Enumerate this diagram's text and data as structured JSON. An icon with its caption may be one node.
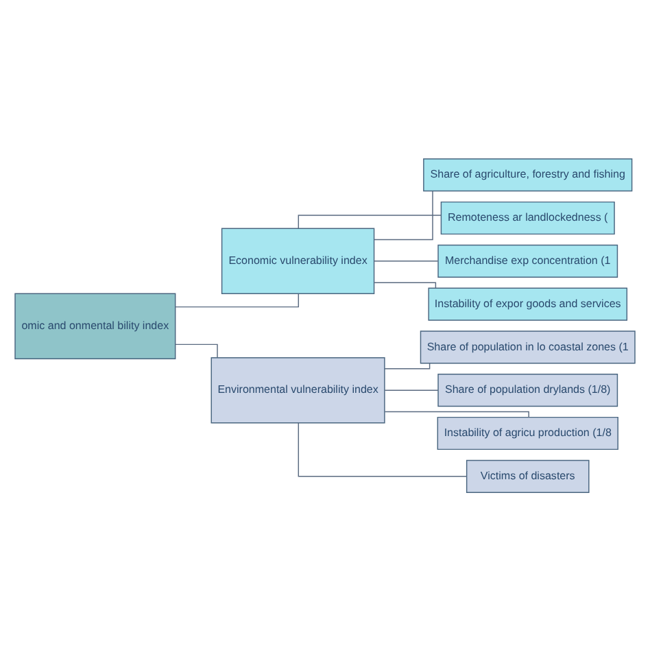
{
  "diagram": {
    "nodes": [
      {
        "text": [
          "omic and onmental bility index"
        ]
      },
      {
        "text": [
          "Economic vulnerability index"
        ]
      },
      {
        "text": [
          "Environmental vulnerability index"
        ]
      },
      {
        "text": [
          "Share of agriculture, forestry and fishing"
        ]
      },
      {
        "text": [
          "Remoteness ar landlockedness ("
        ]
      },
      {
        "text": [
          "Merchandise exp concentration (1"
        ]
      },
      {
        "text": [
          "Instability of expor goods and services"
        ]
      },
      {
        "text": [
          "Share of population in lo coastal zones (1"
        ]
      },
      {
        "text": [
          "Share of population drylands (1/8)"
        ]
      },
      {
        "text": [
          "Instability of agricu production (1/8"
        ]
      },
      {
        "text": [
          "Victims of disasters"
        ]
      }
    ],
    "edges": [
      {
        "from": 0,
        "to": 1,
        "arrow": "none"
      },
      {
        "from": 0,
        "to": 2,
        "arrow": "none"
      },
      {
        "from": 1,
        "to": 3,
        "arrow": "none"
      },
      {
        "from": 1,
        "to": 4,
        "arrow": "none"
      },
      {
        "from": 1,
        "to": 5,
        "arrow": "none"
      },
      {
        "from": 1,
        "to": 6,
        "arrow": "none"
      },
      {
        "from": 2,
        "to": 7,
        "arrow": "none"
      },
      {
        "from": 2,
        "to": 8,
        "arrow": "none"
      },
      {
        "from": 2,
        "to": 9,
        "arrow": "none"
      },
      {
        "from": 2,
        "to": 10,
        "arrow": "none"
      }
    ]
  }
}
